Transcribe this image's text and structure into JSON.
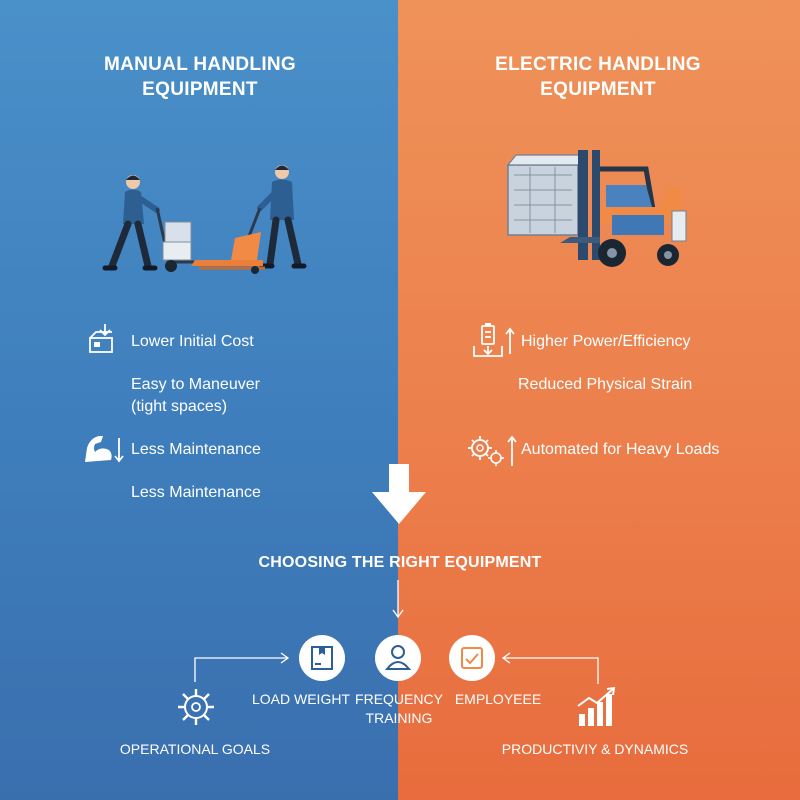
{
  "manual": {
    "heading_line1": "MANUAL HANDLING",
    "heading_line2": "EQUIPMENT",
    "features": [
      "Lower Initial Cost",
      "Easy to Maneuver",
      "(tight spaces)",
      "Less Maintenance",
      "Less Maintenance"
    ]
  },
  "electric": {
    "heading_line1": "ELECTRIC HANDLING",
    "heading_line2": "EQUIPMENT",
    "features": [
      "Higher Power/Efficiency",
      "Reduced Physical Strain",
      "Automated for Heavy Loads"
    ]
  },
  "choosing": {
    "title": "CHOOSING THE RIGHT EQUIPMENT",
    "factors": [
      "LOAD WEIGHT",
      "FREQUENCY",
      "TRAINING",
      "EMPLOYEEE"
    ],
    "goals_label": "OPERATIONAL GOALS",
    "productivity_label": "PRODUCTIVIY & DYNAMICS"
  },
  "colors": {
    "manual_blue": "#4a90c9",
    "electric_orange": "#ec7f4c",
    "icon_dark_blue": "#2c5f94",
    "icon_orange": "#f08a45"
  }
}
